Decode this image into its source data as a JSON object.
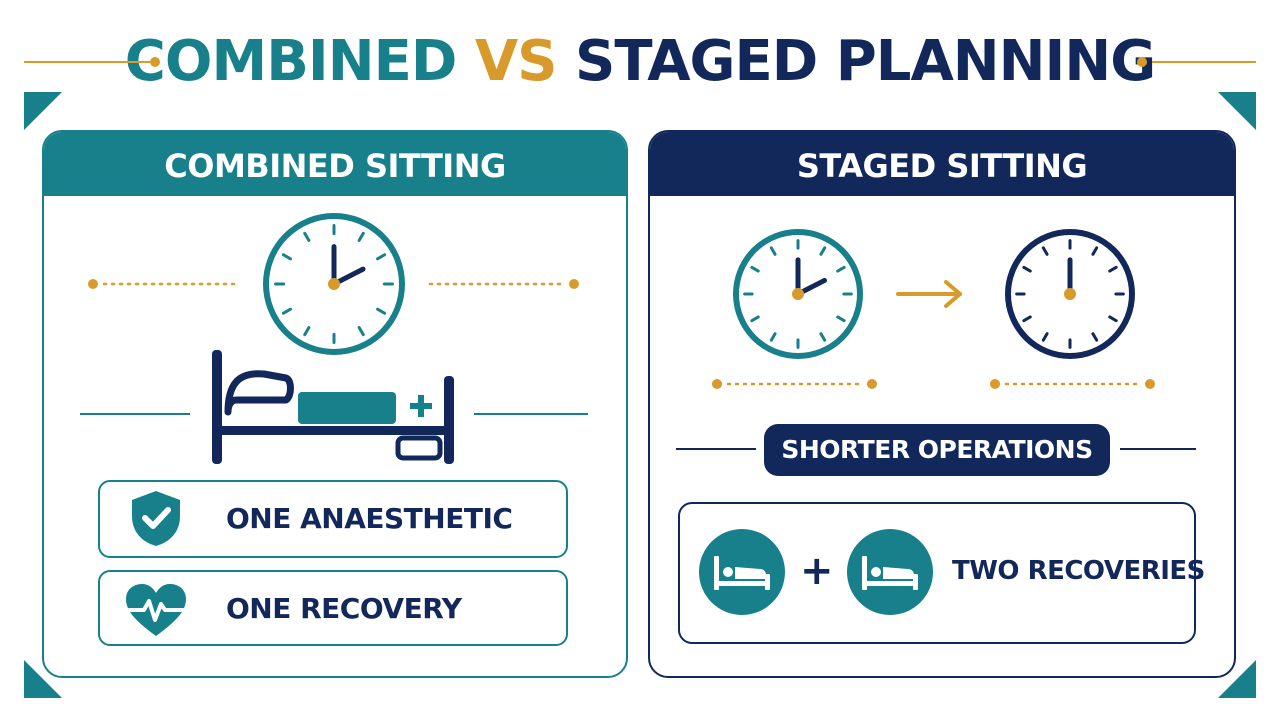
{
  "title": {
    "part1": "COMBINED",
    "part2": "VS",
    "part3": "STAGED PLANNING"
  },
  "combined": {
    "heading": "COMBINED SITTING",
    "items": [
      {
        "icon": "shield-check-icon",
        "label": "ONE ANAESTHETIC"
      },
      {
        "icon": "heart-pulse-icon",
        "label": "ONE RECOVERY"
      }
    ]
  },
  "staged": {
    "heading": "STAGED SITTING",
    "pill": "SHORTER OPERATIONS",
    "recoveries": "TWO RECOVERIES",
    "plus": "+"
  },
  "colors": {
    "teal": "#17808a",
    "gold": "#d89b2b",
    "navy": "#12285a"
  },
  "icons": [
    "clock-icon",
    "hospital-bed-icon",
    "arrow-right-icon",
    "bed-circle-icon"
  ]
}
